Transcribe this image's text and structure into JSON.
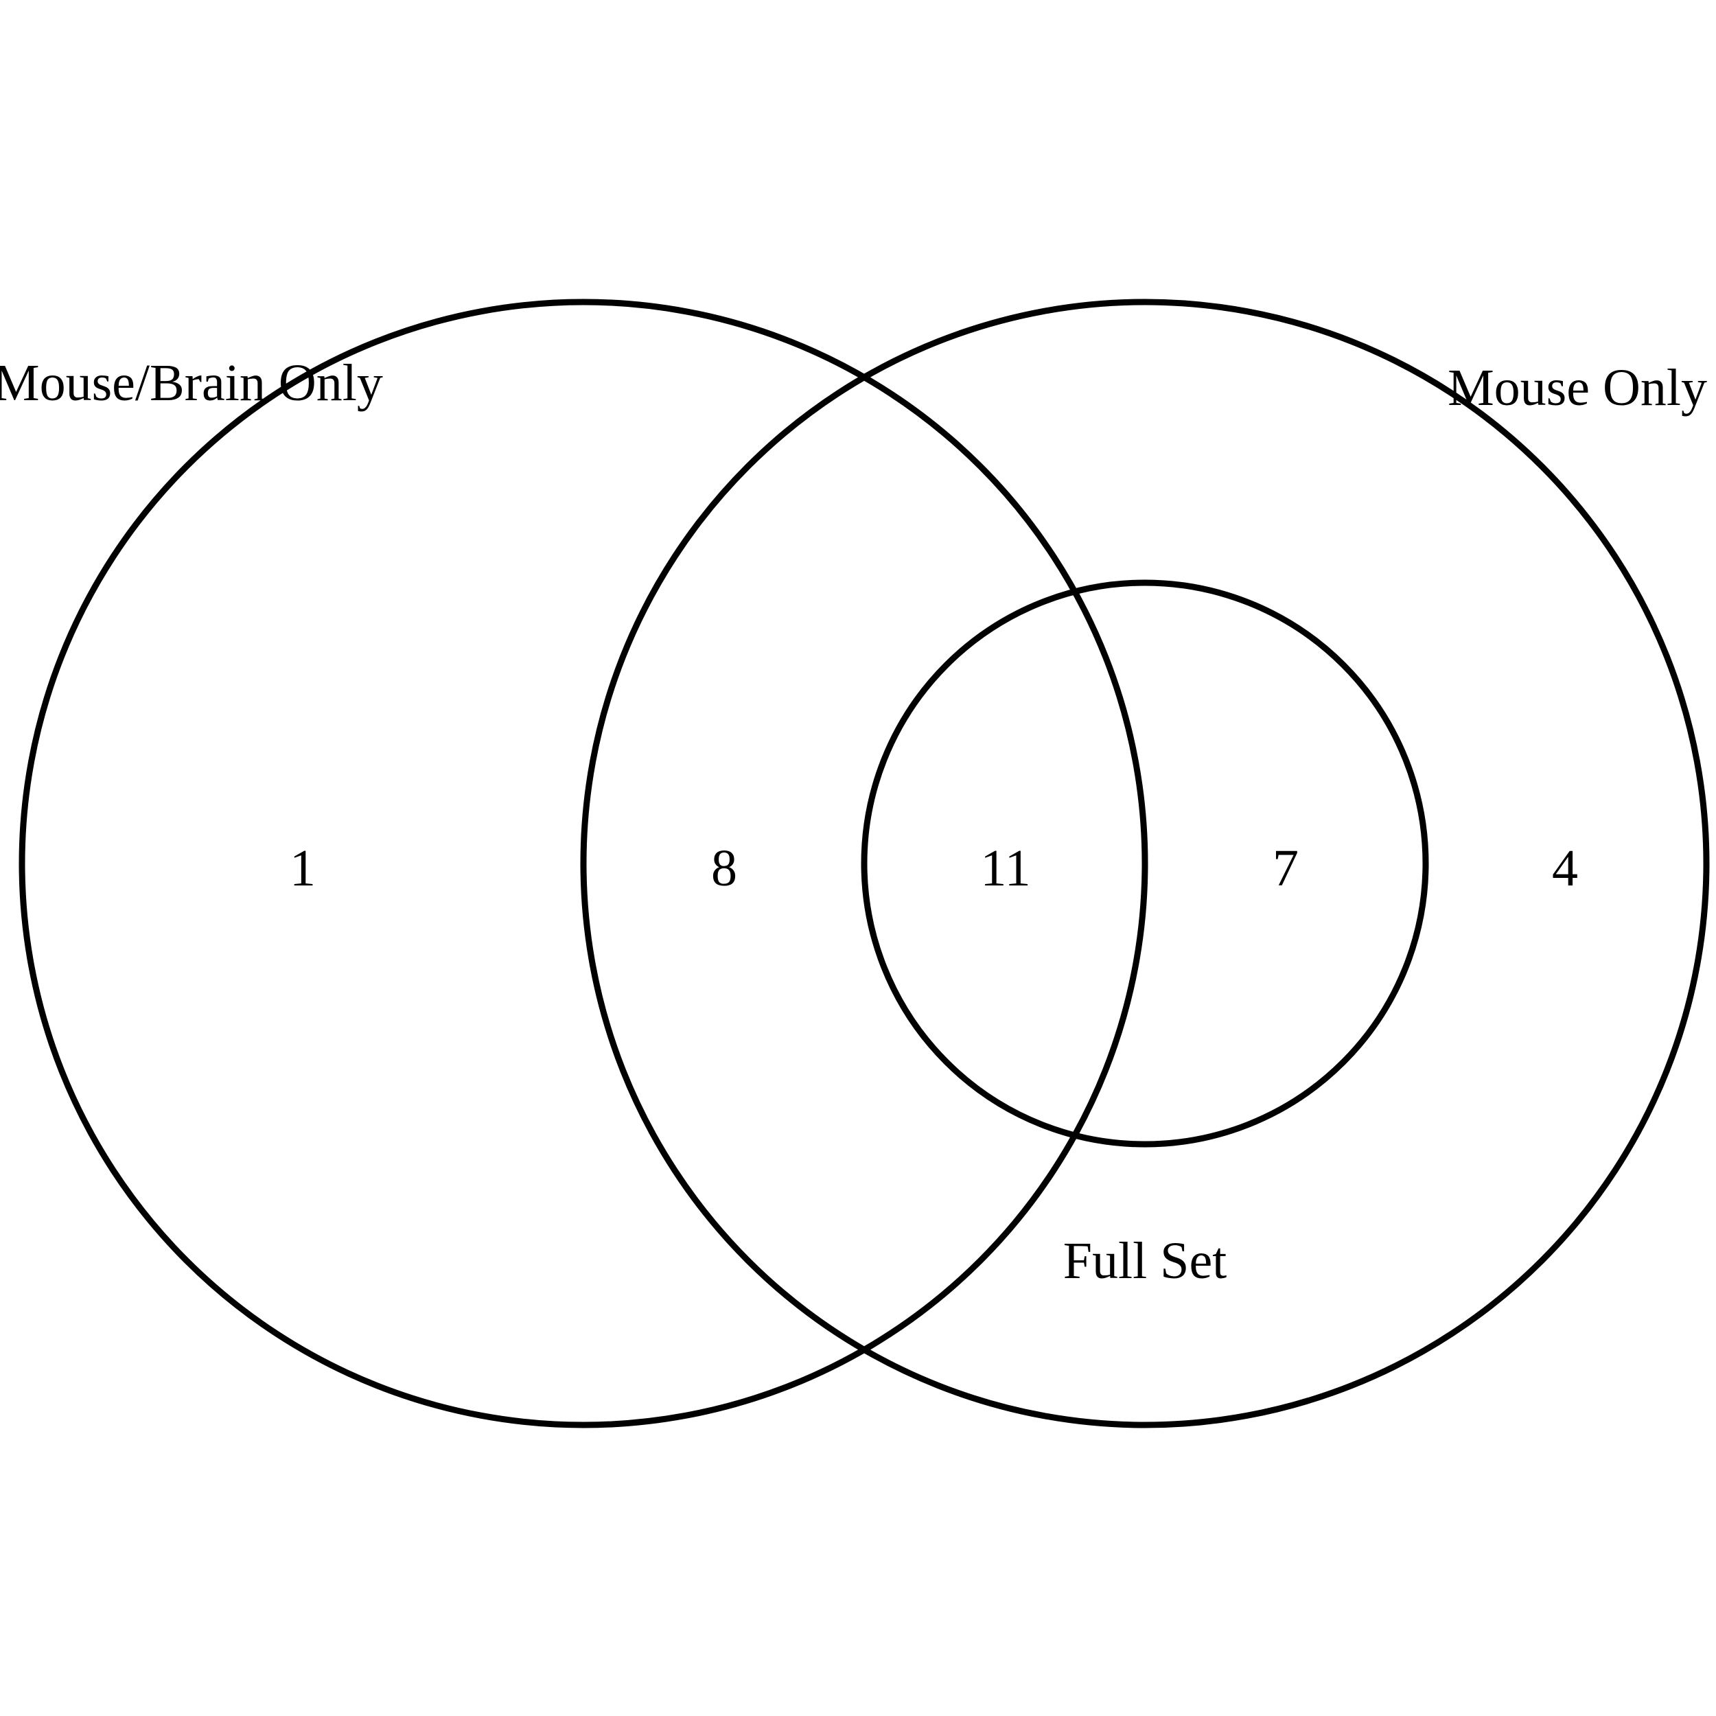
{
  "sets": [
    {
      "name": "Mouse/Brain Only"
    },
    {
      "name": "Mouse Only"
    },
    {
      "name": "Full Set"
    }
  ],
  "regions": [
    {
      "sets": [
        "Mouse/Brain Only"
      ],
      "count": "1"
    },
    {
      "sets": [
        "Mouse/Brain Only",
        "Mouse Only"
      ],
      "count": "8"
    },
    {
      "sets": [
        "Mouse/Brain Only",
        "Mouse Only",
        "Full Set"
      ],
      "count": "11"
    },
    {
      "sets": [
        "Mouse Only",
        "Full Set"
      ],
      "count": "7"
    },
    {
      "sets": [
        "Mouse Only"
      ],
      "count": "4"
    }
  ],
  "colors": {
    "stroke": "#000000",
    "text": "#000000",
    "background": "#ffffff"
  }
}
